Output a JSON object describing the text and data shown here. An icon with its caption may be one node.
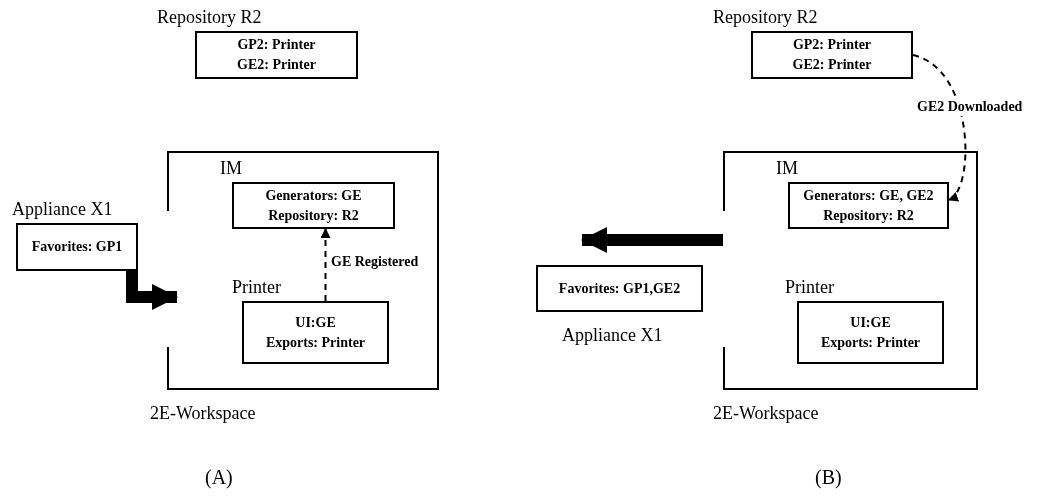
{
  "diagram": {
    "nodes": [
      {
        "text": [
          "Repository R2",
          "GP2: Printer",
          "GE2: Printer"
        ]
      },
      {
        "text": [
          "Appliance X1",
          "Favorites: GP1"
        ]
      },
      {
        "text": [
          "2E-Workspace"
        ]
      },
      {
        "text": [
          "IM",
          "Generators: GE",
          "Repository: R2"
        ],
        "in": 2
      },
      {
        "text": [
          "Printer",
          "UI:GE",
          "Exports: Printer"
        ],
        "in": 2
      },
      {
        "text": [
          "Repository R2",
          "GP2: Printer",
          "GE2: Printer"
        ]
      },
      {
        "text": [
          "2E-Workspace"
        ]
      },
      {
        "text": [
          "IM",
          "Generators: GE, GE2",
          "Repository: R2"
        ],
        "in": 6
      },
      {
        "text": [
          "Printer",
          "UI:GE",
          "Exports: Printer"
        ],
        "in": 6
      },
      {
        "text": [
          "Favorites: GP1,GE2",
          "Appliance X1"
        ]
      }
    ],
    "edges": [
      {
        "from": 4,
        "to": 3,
        "arrow": "to",
        "label": "GE Registered",
        "style": "dashed"
      },
      {
        "from": 1,
        "to": 2,
        "arrow": "to",
        "style": "thick"
      },
      {
        "from": 5,
        "to": 7,
        "arrow": "to",
        "label": "GE2 Downloaded",
        "style": "dashed"
      },
      {
        "from": 6,
        "to": 9,
        "arrow": "to",
        "style": "thick"
      }
    ],
    "labels": [
      "(A)",
      "(B)"
    ]
  }
}
